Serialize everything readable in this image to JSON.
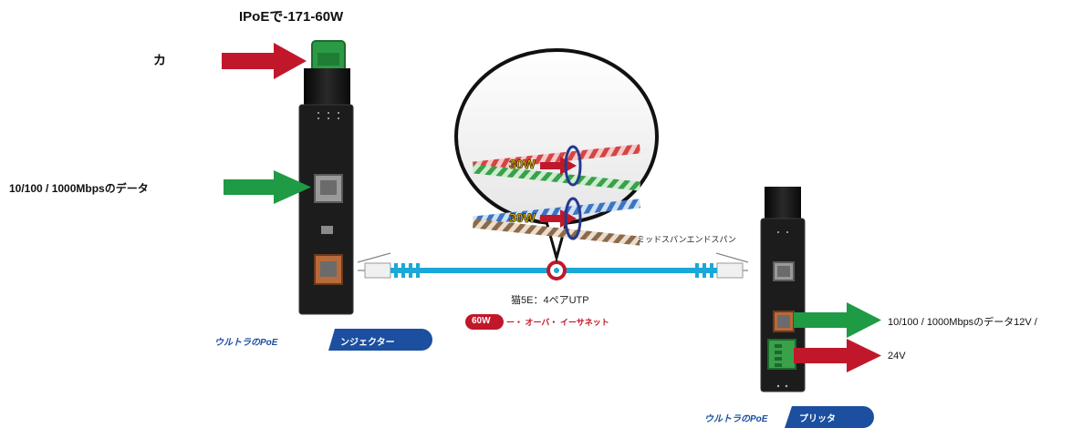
{
  "title": "IPoEで-171-60W",
  "labels": {
    "power_in": "カ",
    "data_in": "10/100 / 1000Mbpsのデータ",
    "midspan": "ミッドスパンエンドスパン",
    "cable": "猫5E：4ペアUTP",
    "ethernet": "ー・ オーバ・ イーサネット",
    "data_out": "10/100 / 1000Mbpsのデータ12V /",
    "power_out": "24V"
  },
  "badges": {
    "total_watt": "60W",
    "pair_watt_top": "30W",
    "pair_watt_bottom": "30W"
  },
  "injector": {
    "brand": "ウルトラのPoE",
    "name": "ンジェクター"
  },
  "splitter": {
    "brand": "ウルトラのPoE",
    "name": "プリッタ"
  },
  "colors": {
    "green_arrow": "#1f9a45",
    "red_arrow": "#c0182a",
    "cable": "#1aa8d8",
    "device": "#1a1a1a",
    "badge_blue": "#1c4fa0",
    "terminal_green": "#3aa04a"
  }
}
